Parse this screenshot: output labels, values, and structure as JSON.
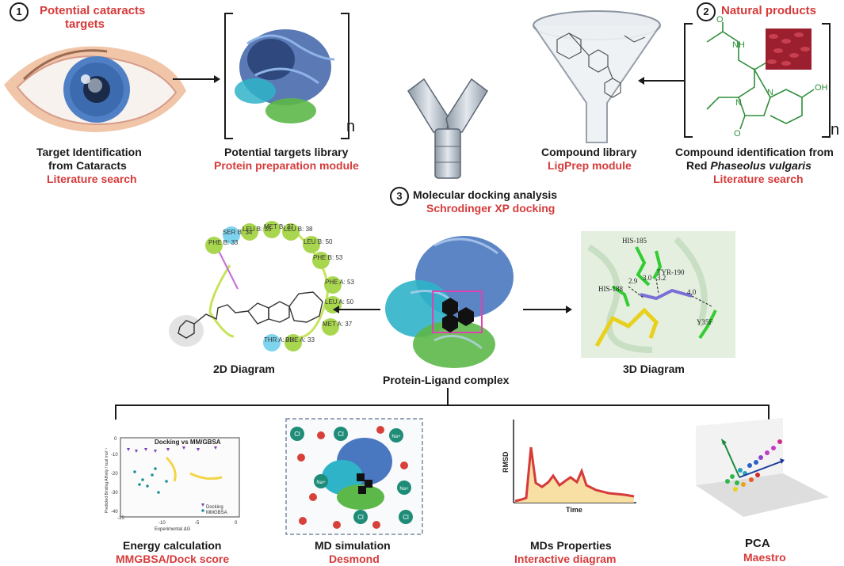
{
  "step1": {
    "number": "1",
    "title_line1": "Potential cataracts",
    "title_line2": "targets"
  },
  "step2": {
    "number": "2",
    "title": "Natural products"
  },
  "step3": {
    "number": "3",
    "title": "Molecular docking analysis",
    "subtitle": "Schrodinger XP docking"
  },
  "target_id": {
    "line1": "Target Identification",
    "line2": "from Cataracts",
    "method": "Literature search"
  },
  "targets_library": {
    "title": "Potential targets library",
    "method": "Protein preparation module",
    "bracket_n": "n"
  },
  "compound_library": {
    "title": "Compound library",
    "method": "LigPrep module"
  },
  "compound_id": {
    "line1": "Compound identification from",
    "line2_prefix": "Red ",
    "line2_italic": "Phaseolus vulgaris",
    "method": "Literature search",
    "bracket_n": "n"
  },
  "diagram_2d": {
    "title": "2D Diagram",
    "residues": [
      "PHE B: 33",
      "SER B: 34",
      "LEU B: 35",
      "MET B: 37",
      "LEU B: 38",
      "LEU B: 50",
      "PHE B: 53",
      "PHE A: 53",
      "LEU A: 50",
      "MET A: 37",
      "PHE A: 33",
      "THR A: 30"
    ]
  },
  "complex": {
    "title": "Protein-Ligand complex"
  },
  "diagram_3d": {
    "title": "3D Diagram",
    "labels": [
      "HIS-185",
      "TYR-190",
      "HIS-188",
      "Y35F"
    ],
    "distances": [
      "2.9",
      "3.0",
      "3.2",
      "4.0"
    ]
  },
  "energy": {
    "title": "Energy calculation",
    "method": "MMGBSA/Dock score",
    "chart_title": "Docking vs MM/GBSA",
    "xlabel": "Experimental ΔG",
    "ylabel": "Predicted Binding Affinity / kcal mol⁻¹",
    "legend": [
      "Docking",
      "MMGBSA"
    ],
    "xticks": [
      "-15",
      "-10",
      "-5",
      "0"
    ],
    "yticks": [
      "0",
      "-10",
      "-20",
      "-30",
      "-40"
    ]
  },
  "md_sim": {
    "title": "MD simulation",
    "method": "Desmond",
    "ions_cl": "Cl",
    "ions_na": "Na+"
  },
  "md_props": {
    "title": "MDs Properties",
    "method": "Interactive diagram",
    "ylabel": "RMSD",
    "xlabel": "Time"
  },
  "pca": {
    "title": "PCA",
    "method": "Maestro"
  },
  "colors": {
    "red": "#d63a3a",
    "protein_blue": "#4a78c0",
    "protein_cyan": "#2fb3c8",
    "protein_green": "#5cb848",
    "eye_iris": "#4f7fc4"
  }
}
